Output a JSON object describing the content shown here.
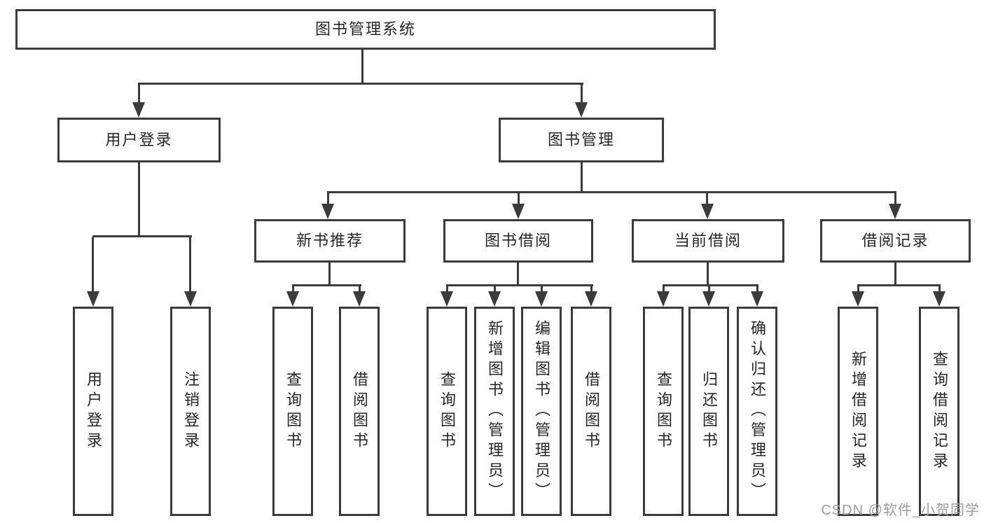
{
  "diagram": {
    "root": {
      "label": "图书管理系统"
    },
    "level2": {
      "user_login": {
        "label": "用户登录"
      },
      "book_mgmt": {
        "label": "图书管理"
      }
    },
    "level3": {
      "new_book_rec": {
        "label": "新书推荐"
      },
      "book_borrow": {
        "label": "图书借阅"
      },
      "current_borrow": {
        "label": "当前借阅"
      },
      "borrow_record": {
        "label": "借阅记录"
      }
    },
    "leaves": {
      "user_login": {
        "label": "用户登录"
      },
      "logout": {
        "label": "注销登录"
      },
      "rec_query_book": {
        "label": "查询图书"
      },
      "rec_borrow_book": {
        "label": "借阅图书"
      },
      "bb_query_book": {
        "label": "查询图书"
      },
      "bb_add_book": {
        "label": "新增图书（管理员）"
      },
      "bb_edit_book": {
        "label": "编辑图书（管理员）"
      },
      "bb_borrow_book": {
        "label": "借阅图书"
      },
      "cb_query_book": {
        "label": "查询图书"
      },
      "cb_return_book": {
        "label": "归还图书"
      },
      "cb_confirm_return": {
        "label": "确认归还（管理员）"
      },
      "br_add_record": {
        "label": "新增借阅记录"
      },
      "br_query_record": {
        "label": "查询借阅记录"
      }
    },
    "colors": {
      "line": "#3b3b3b",
      "text": "#262626",
      "box_background": "#ffffff",
      "watermark": "#9d9d9d"
    }
  },
  "watermark": {
    "text": "CSDN @软件_小贺同学"
  }
}
